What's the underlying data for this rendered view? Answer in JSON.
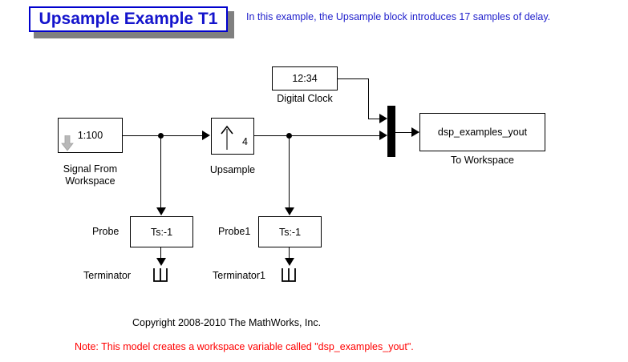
{
  "model": {
    "title": "Upsample Example T1",
    "header_note": "In this example, the Upsample block introduces 17 samples of delay.",
    "copyright": "Copyright 2008-2010 The MathWorks, Inc.",
    "red_note": "Note: This model creates a workspace variable called \"dsp_examples_yout\".",
    "title_border_color": "#0000cd",
    "title_text_color": "#1414cc",
    "title_shadow_color": "#808080",
    "header_note_color": "#2222cc",
    "red_note_color": "#ff0000",
    "wire_color": "#000000",
    "block_border_color": "#000000",
    "canvas_background": "#ffffff"
  },
  "blocks": {
    "signal_from_workspace": {
      "value": "1:100",
      "label_line1": "Signal From",
      "label_line2": "Workspace",
      "icon": "down-arrow-glyph",
      "icon_color": "#b0b0b0"
    },
    "upsample": {
      "factor": "4",
      "label": "Upsample",
      "icon": "up-arrow-glyph"
    },
    "digital_clock": {
      "value": "12:34",
      "label": "Digital Clock"
    },
    "mux": {
      "label": "",
      "inputs": 2,
      "outputs": 1
    },
    "to_workspace": {
      "value": "dsp_examples_yout",
      "label": "To Workspace"
    },
    "probe": {
      "value": "Ts:-1",
      "label": "Probe"
    },
    "probe1": {
      "value": "Ts:-1",
      "label": "Probe1"
    },
    "terminator": {
      "label": "Terminator",
      "icon": "terminator-glyph"
    },
    "terminator1": {
      "label": "Terminator1",
      "icon": "terminator-glyph"
    }
  }
}
